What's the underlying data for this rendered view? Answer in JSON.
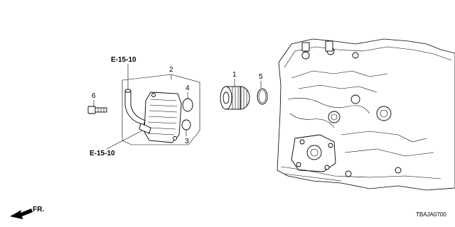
{
  "diagram": {
    "callouts": {
      "c1": "1",
      "c2": "2",
      "c3": "3",
      "c4": "4",
      "c5": "5",
      "c6": "6"
    },
    "references": {
      "ref_top": "E-15-10",
      "ref_bottom": "E-15-10"
    },
    "direction_label": "FR.",
    "diagram_code": "TBAJA0700"
  }
}
